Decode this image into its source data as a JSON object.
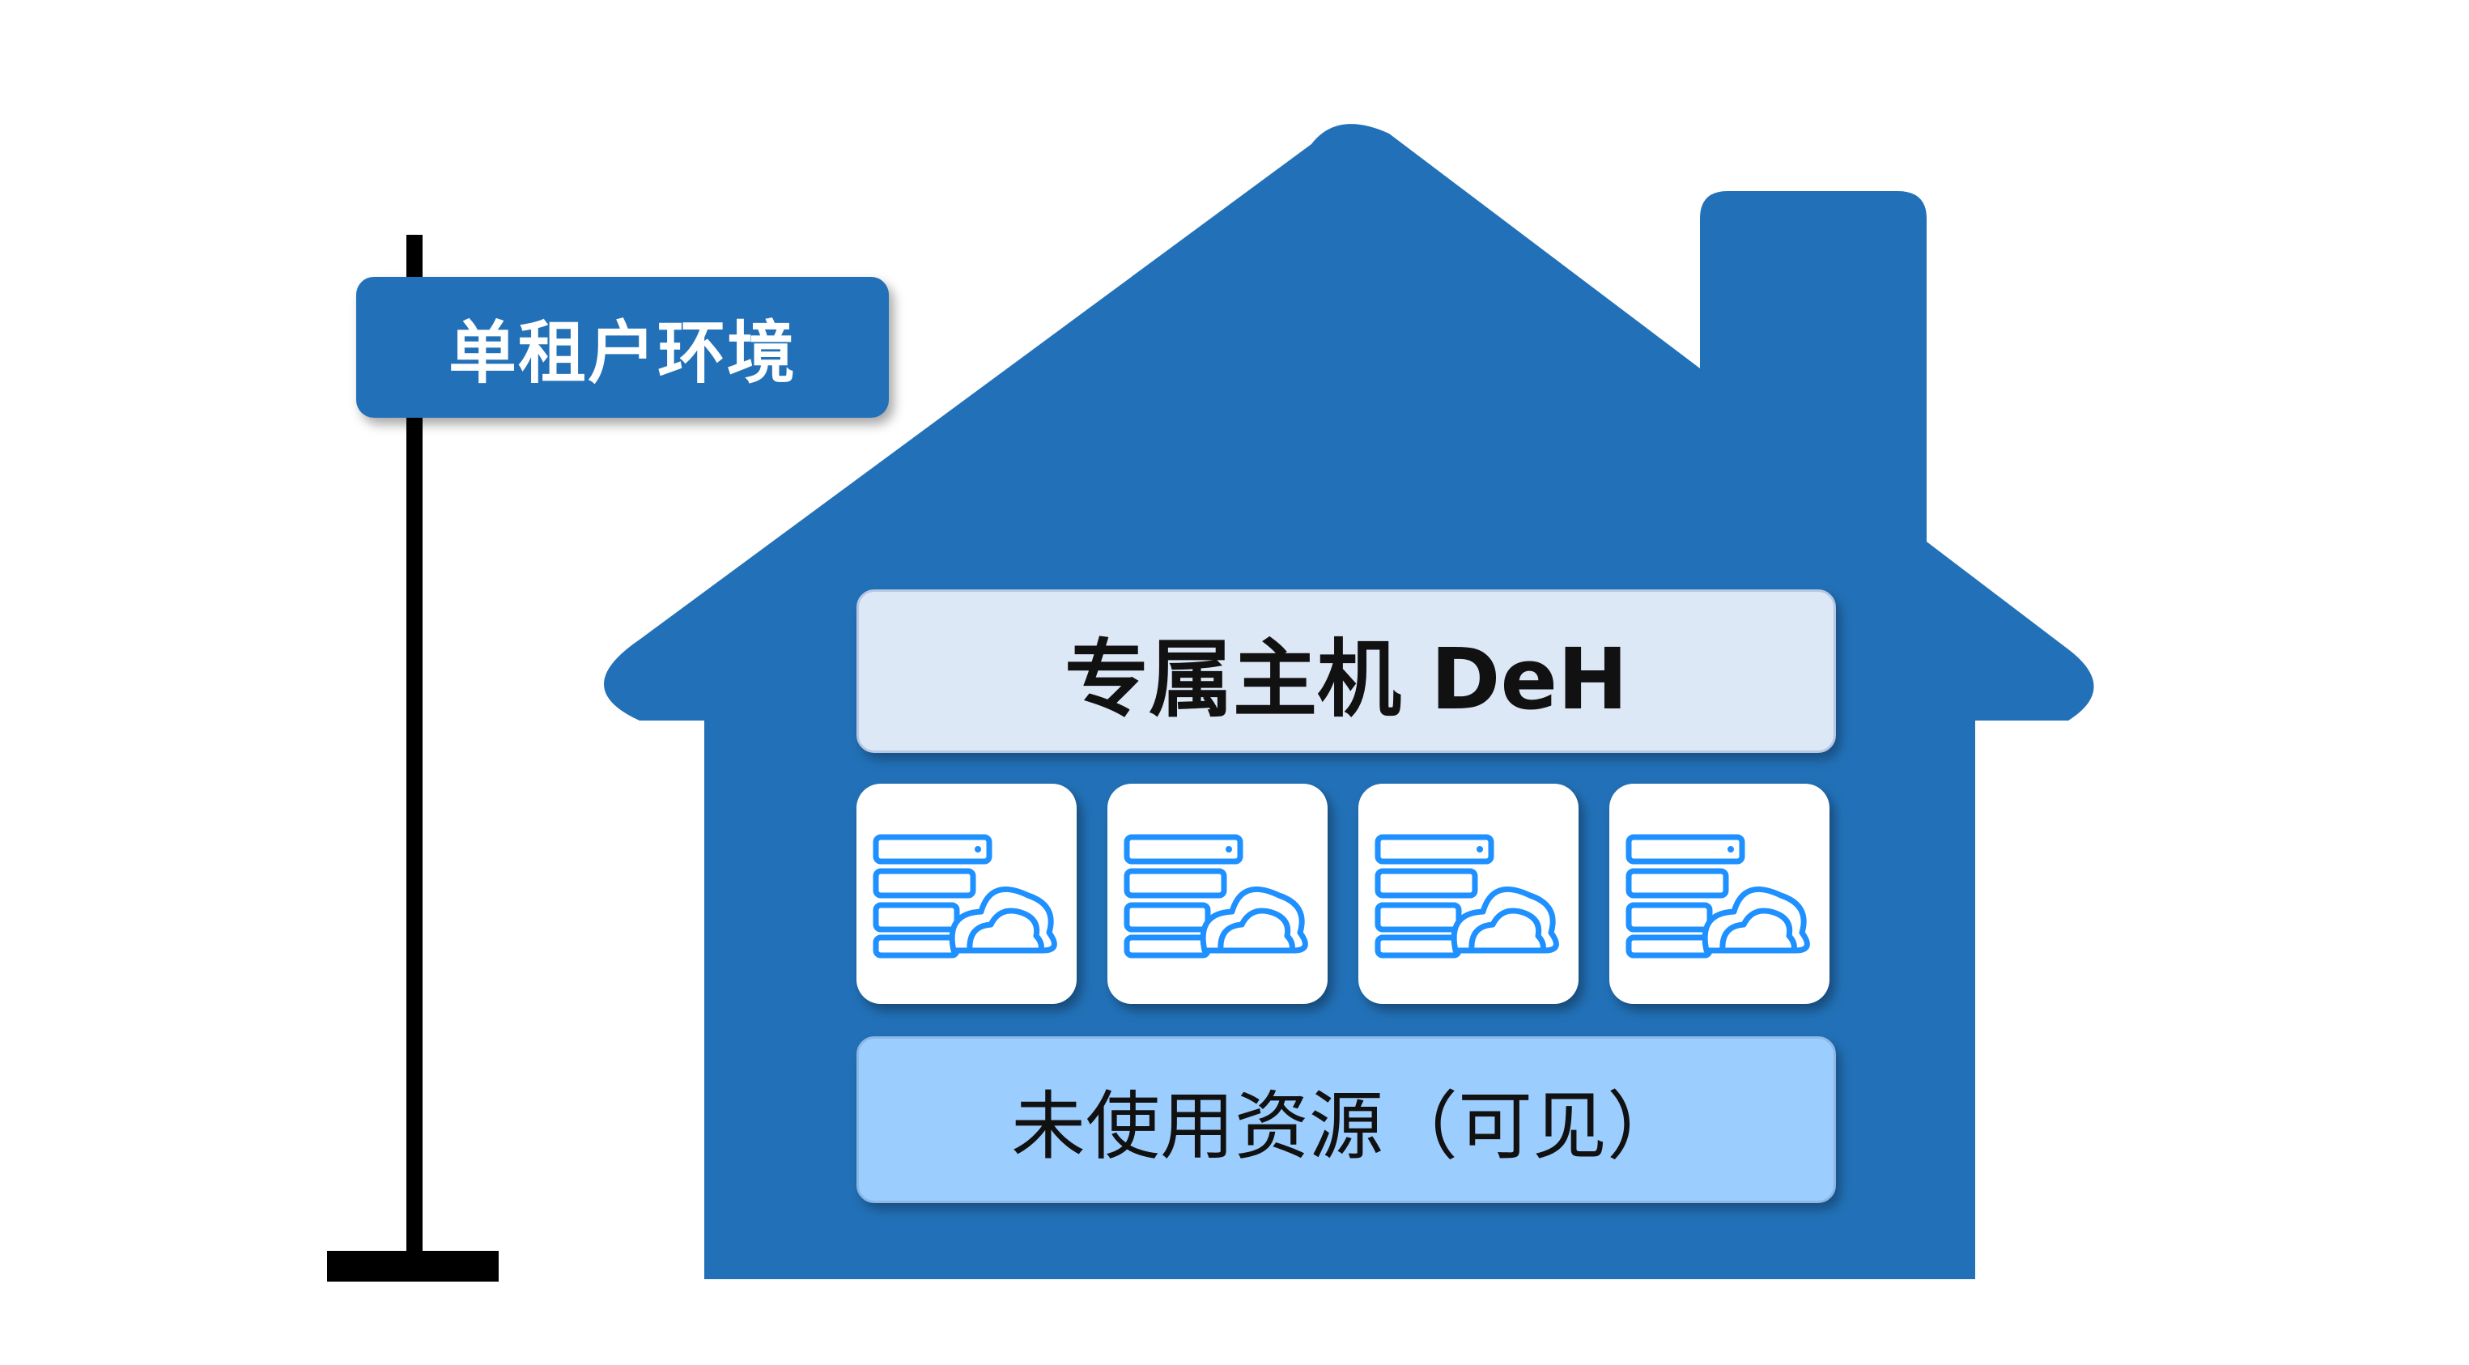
{
  "sign": {
    "label": "单租户环境"
  },
  "deh_panel": {
    "label": "专属主机 DeH"
  },
  "hosts": [
    {
      "icon": "cloud-server-icon"
    },
    {
      "icon": "cloud-server-icon"
    },
    {
      "icon": "cloud-server-icon"
    },
    {
      "icon": "cloud-server-icon"
    }
  ],
  "unused_panel": {
    "label": "未使用资源（可见）"
  },
  "colors": {
    "house": "#2271b8",
    "sign": "#2271b8",
    "deh_panel": "#dde8f7",
    "unused_panel": "#9ccdff",
    "icon_stroke": "#1e90ff",
    "pole": "#000000"
  }
}
